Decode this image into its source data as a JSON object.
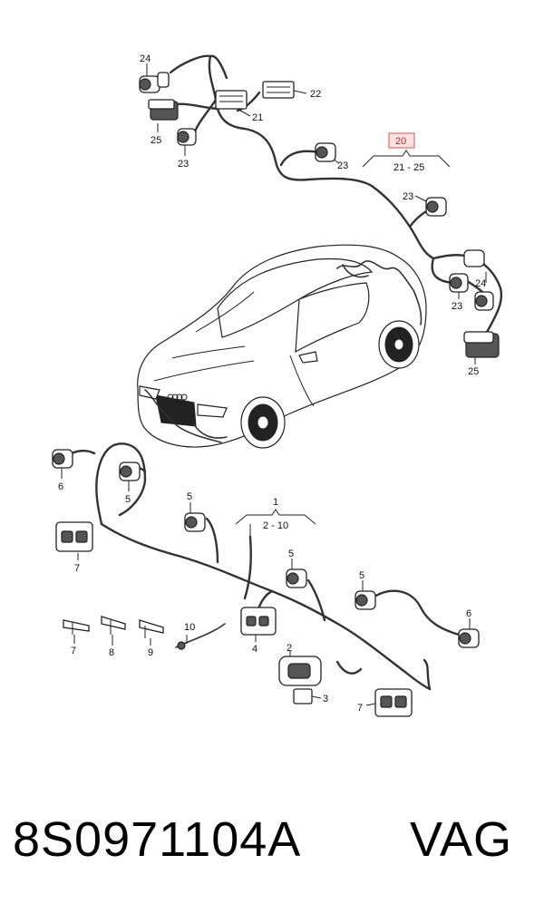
{
  "diagram": {
    "labels": {
      "n24a": "24",
      "n25a": "25",
      "n23a": "23",
      "n21": "21",
      "n22": "22",
      "n23b": "23",
      "n20": "20",
      "r21_25": "21 - 25",
      "n23c": "23",
      "n24b": "24",
      "n23d": "23",
      "n25b": "25",
      "n6a": "6",
      "n5a": "5",
      "n7a": "7",
      "n5b": "5",
      "n1": "1",
      "r2_10": "2 - 10",
      "n5c": "5",
      "n5d": "5",
      "n6b": "6",
      "n4": "4",
      "n7b": "7",
      "n8": "8",
      "n9": "9",
      "n10": "10",
      "n2": "2",
      "n3": "3",
      "n7c": "7"
    },
    "highlight_color": "#d9534f"
  },
  "footer": {
    "part_number": "8S0971104A",
    "brand": "VAG"
  }
}
